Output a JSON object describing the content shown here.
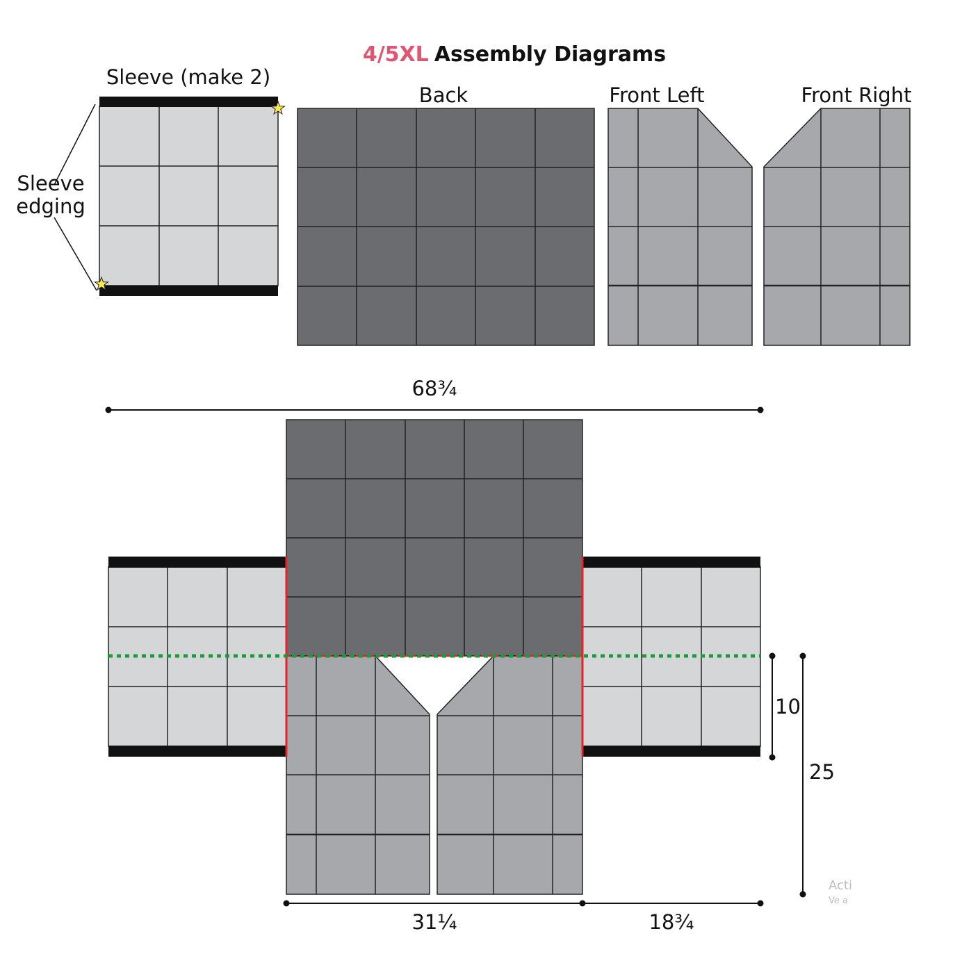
{
  "title": {
    "size": "4/5XL",
    "rest": "Assembly Diagrams",
    "size_color": "#e0556f",
    "rest_color": "#111111"
  },
  "pieces": {
    "sleeve": "Sleeve (make 2)",
    "back": "Back",
    "front_left": "Front Left",
    "front_right": "Front Right"
  },
  "annotations": {
    "sleeve_edging": [
      "Sleeve",
      "edging"
    ]
  },
  "dimensions": {
    "full_width": "68¾",
    "body_width": "31¼",
    "sleeve_length": "18¾",
    "armhole_depth": "10",
    "body_length": "25"
  },
  "watermark": {
    "line1": "Acti",
    "line2": "Ve a"
  },
  "colors": {
    "back_fill": "#6b6c70",
    "front_fill": "#a7a8ab",
    "sleeve_fill": "#d5d6d8",
    "edging": "#111111",
    "seam_red": "#e0262a",
    "fold_green": "#1a9b3d",
    "star": "#ffe94d"
  }
}
